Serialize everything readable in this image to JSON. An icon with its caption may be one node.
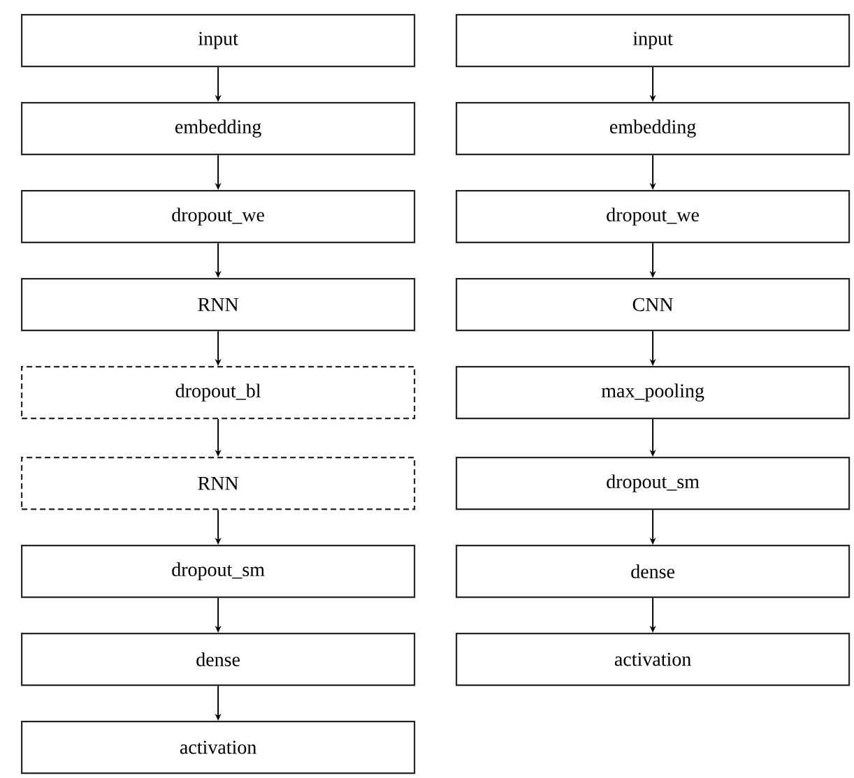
{
  "diagram": {
    "nodes": [
      {
        "text": [
          "input"
        ]
      },
      {
        "text": [
          "embedding"
        ]
      },
      {
        "text": [
          "dropout_we"
        ]
      },
      {
        "text": [
          "RNN"
        ]
      },
      {
        "text": [
          "dropout_bl"
        ]
      },
      {
        "text": [
          "RNN"
        ]
      },
      {
        "text": [
          "dropout_sm"
        ]
      },
      {
        "text": [
          "dense"
        ]
      },
      {
        "text": [
          "activation"
        ]
      },
      {
        "text": [
          "input"
        ]
      },
      {
        "text": [
          "embedding"
        ]
      },
      {
        "text": [
          "dropout_we"
        ]
      },
      {
        "text": [
          "CNN"
        ]
      },
      {
        "text": [
          "max_pooling"
        ]
      },
      {
        "text": [
          "dropout_sm"
        ]
      },
      {
        "text": [
          "dense"
        ]
      },
      {
        "text": [
          "activation"
        ]
      }
    ],
    "edges": [
      {
        "from": 0,
        "to": 1,
        "arrow": "to"
      },
      {
        "from": 1,
        "to": 2,
        "arrow": "to"
      },
      {
        "from": 2,
        "to": 3,
        "arrow": "to"
      },
      {
        "from": 3,
        "to": 4,
        "arrow": "to"
      },
      {
        "from": 4,
        "to": 5,
        "arrow": "to"
      },
      {
        "from": 5,
        "to": 6,
        "arrow": "to"
      },
      {
        "from": 6,
        "to": 7,
        "arrow": "to"
      },
      {
        "from": 7,
        "to": 8,
        "arrow": "to"
      },
      {
        "from": 9,
        "to": 10,
        "arrow": "to"
      },
      {
        "from": 10,
        "to": 11,
        "arrow": "to"
      },
      {
        "from": 11,
        "to": 12,
        "arrow": "to"
      },
      {
        "from": 12,
        "to": 13,
        "arrow": "to"
      },
      {
        "from": 13,
        "to": 14,
        "arrow": "to"
      },
      {
        "from": 14,
        "to": 15,
        "arrow": "to"
      },
      {
        "from": 15,
        "to": 16,
        "arrow": "to"
      }
    ]
  }
}
